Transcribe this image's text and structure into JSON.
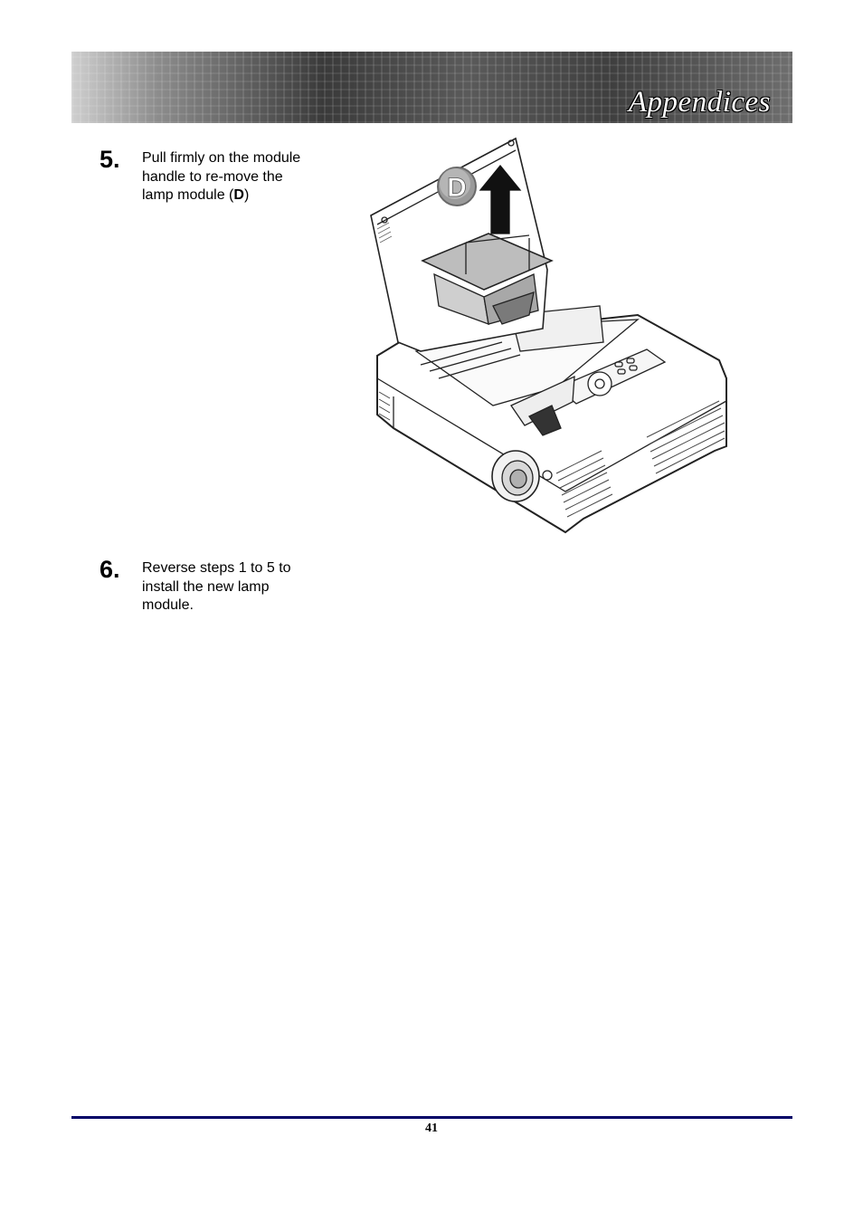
{
  "header": {
    "title": "Appendices"
  },
  "steps": [
    {
      "number": "5.",
      "text_before": "Pull firmly on the module handle to re-move the lamp module (",
      "bold": "D",
      "text_after": ")"
    },
    {
      "number": "6.",
      "text": "Reverse steps 1 to 5 to install the new lamp module."
    }
  ],
  "illustration": {
    "callout_label": "D"
  },
  "footer": {
    "page_number": "41"
  },
  "colors": {
    "footer_rule": "#000066",
    "callout": "#9a9a9a"
  }
}
